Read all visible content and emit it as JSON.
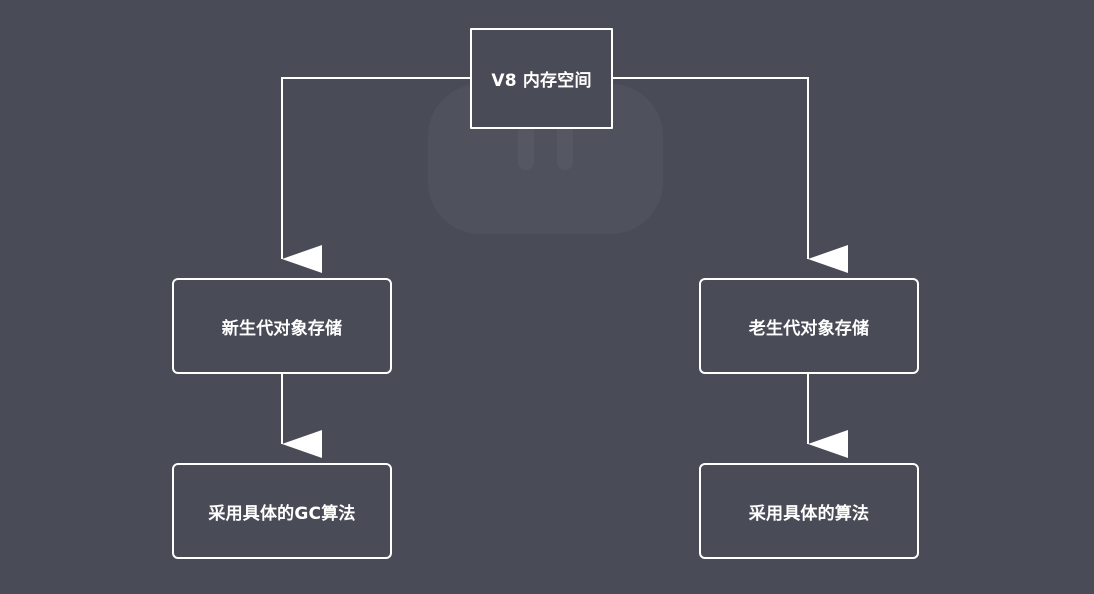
{
  "diagram": {
    "root": {
      "label": "V8 内存空间"
    },
    "left_branch": {
      "label": "新生代对象存储",
      "child": {
        "label": "采用具体的GC算法"
      }
    },
    "right_branch": {
      "label": "老生代对象存储",
      "child": {
        "label": "采用具体的算法"
      }
    },
    "colors": {
      "background": "#494b57",
      "line": "#ffffff",
      "text": "#ffffff"
    },
    "watermark_icon": "pause-icon"
  }
}
